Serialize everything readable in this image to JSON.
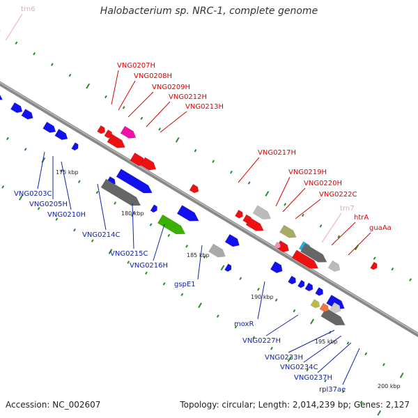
{
  "title": "Halobacterium sp. NRC-1, complete genome",
  "footer": {
    "accession": "Accession: NC_002607",
    "summary": "Topology: circular; Length: 2,014,239 bp; Genes: 2,127"
  },
  "colors": {
    "backbone": "#999999",
    "tick": "#2a8a2a",
    "forward_gene": "#ee1111",
    "reverse_gene": "#1111ee",
    "pseudo_gene": "#888888",
    "trna": "#f090c0",
    "label_forward": "#dd0000",
    "label_reverse": "#1122aa",
    "label_trna": "#f0a0c8",
    "label_kbp": "#222222"
  },
  "kbp_labels": [
    "175 kbp",
    "180 kbp",
    "185 kbp",
    "190 kbp",
    "195 kbp",
    "200 kbp"
  ],
  "gene_labels_outer": [
    {
      "text": "trn6",
      "kind": "trna"
    },
    {
      "text": "VNG0207H",
      "kind": "forward"
    },
    {
      "text": "VNG0208H",
      "kind": "forward"
    },
    {
      "text": "VNG0209H",
      "kind": "forward"
    },
    {
      "text": "VNG0212H",
      "kind": "forward"
    },
    {
      "text": "VNG0213H",
      "kind": "forward"
    },
    {
      "text": "VNG0217H",
      "kind": "forward"
    },
    {
      "text": "VNG0219H",
      "kind": "forward"
    },
    {
      "text": "VNG0220H",
      "kind": "forward"
    },
    {
      "text": "VNG0222C",
      "kind": "forward"
    },
    {
      "text": "trn7",
      "kind": "trna"
    },
    {
      "text": "htrA",
      "kind": "forward"
    },
    {
      "text": "guaAa",
      "kind": "forward"
    }
  ],
  "gene_labels_inner": [
    {
      "text": "VNG0203C",
      "kind": "reverse"
    },
    {
      "text": "VNG0205H",
      "kind": "reverse"
    },
    {
      "text": "VNG0210H",
      "kind": "reverse"
    },
    {
      "text": "VNG0214C",
      "kind": "reverse"
    },
    {
      "text": "VNG0215C",
      "kind": "reverse"
    },
    {
      "text": "VNG0216H",
      "kind": "reverse"
    },
    {
      "text": "gspE1",
      "kind": "reverse"
    },
    {
      "text": "moxR",
      "kind": "reverse"
    },
    {
      "text": "VNG0227H",
      "kind": "reverse"
    },
    {
      "text": "VNG0233H",
      "kind": "reverse"
    },
    {
      "text": "VNG0234C",
      "kind": "reverse"
    },
    {
      "text": "VNG0237H",
      "kind": "reverse"
    },
    {
      "text": "rpl37ae",
      "kind": "reverse"
    }
  ]
}
